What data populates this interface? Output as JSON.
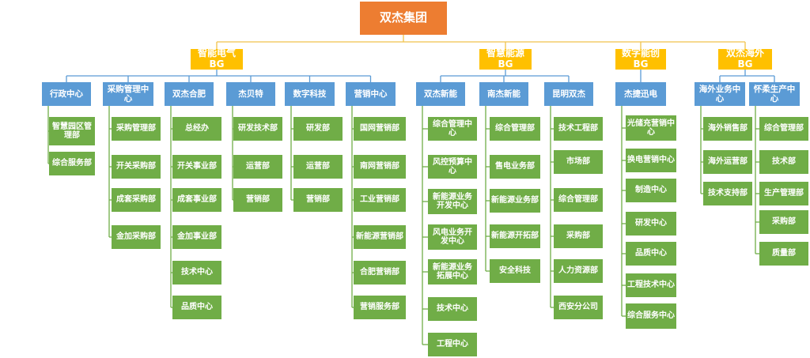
{
  "root": {
    "label": "双杰集团"
  },
  "bgs": [
    {
      "label": "智能电气BG"
    },
    {
      "label": "智慧能源BG"
    },
    {
      "label": "数字能创BG"
    },
    {
      "label": "双杰海外BG"
    }
  ],
  "divisions": [
    {
      "label": "行政中心",
      "depts": [
        "智慧园区管理部",
        "综合服务部"
      ]
    },
    {
      "label": "采购管理中心",
      "depts": [
        "采购管理部",
        "开关采购部",
        "成套采购部",
        "金加采购部"
      ]
    },
    {
      "label": "双杰合肥",
      "depts": [
        "总经办",
        "开关事业部",
        "成套事业部",
        "金加事业部",
        "技术中心",
        "品质中心"
      ]
    },
    {
      "label": "杰贝特",
      "depts": [
        "研发技术部",
        "运营部",
        "营销部"
      ]
    },
    {
      "label": "数字科技",
      "depts": [
        "研发部",
        "运营部",
        "营销部"
      ]
    },
    {
      "label": "营销中心",
      "depts": [
        "国网营销部",
        "南网营销部",
        "工业营销部",
        "新能源营销部",
        "合肥营销部",
        "营销服务部"
      ]
    },
    {
      "label": "双杰新能",
      "depts": [
        "综合管理中心",
        "风控预算中心",
        "新能源业务开发中心",
        "风电业务开发中心",
        "新能源业务拓展中心",
        "技术中心",
        "工程中心"
      ]
    },
    {
      "label": "南杰新能",
      "depts": [
        "综合管理部",
        "售电业务部",
        "新能源业务部",
        "新能源开拓部",
        "安全科技"
      ]
    },
    {
      "label": "昆明双杰",
      "depts": [
        "技术工程部",
        "市场部",
        "综合管理部",
        "采购部",
        "人力资源部",
        "西安分公司"
      ]
    },
    {
      "label": "杰捷迅电",
      "depts": [
        "光储充营销中心",
        "换电营销中心",
        "制造中心",
        "研发中心",
        "品质中心",
        "工程技术中心",
        "综合服务中心"
      ]
    },
    {
      "label": "海外业务中心",
      "depts": [
        "海外销售部",
        "海外运营部",
        "技术支持部"
      ]
    },
    {
      "label": "怀柔生产中心",
      "depts": [
        "综合管理部",
        "技术部",
        "生产管理部",
        "采购部",
        "质量部"
      ]
    }
  ],
  "colors": {
    "root": "#ED7D31",
    "bg": "#FFC000",
    "division": "#5B9BD5",
    "department": "#70AD47",
    "line_top": "#F0C24C",
    "line_mid": "#5B9BD5",
    "line_dept": "#70AD47"
  }
}
